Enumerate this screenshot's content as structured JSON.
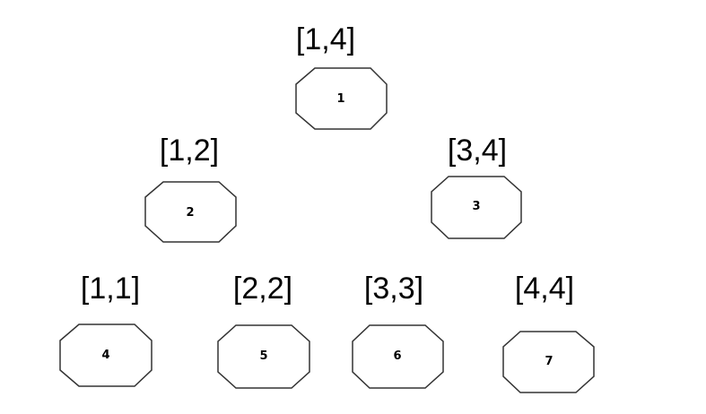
{
  "diagram": {
    "nodes": [
      {
        "id": "1",
        "range": "[1,4]"
      },
      {
        "id": "2",
        "range": "[1,2]"
      },
      {
        "id": "3",
        "range": "[3,4]"
      },
      {
        "id": "4",
        "range": "[1,1]"
      },
      {
        "id": "5",
        "range": "[2,2]"
      },
      {
        "id": "6",
        "range": "[3,3]"
      },
      {
        "id": "7",
        "range": "[4,4]"
      }
    ]
  }
}
